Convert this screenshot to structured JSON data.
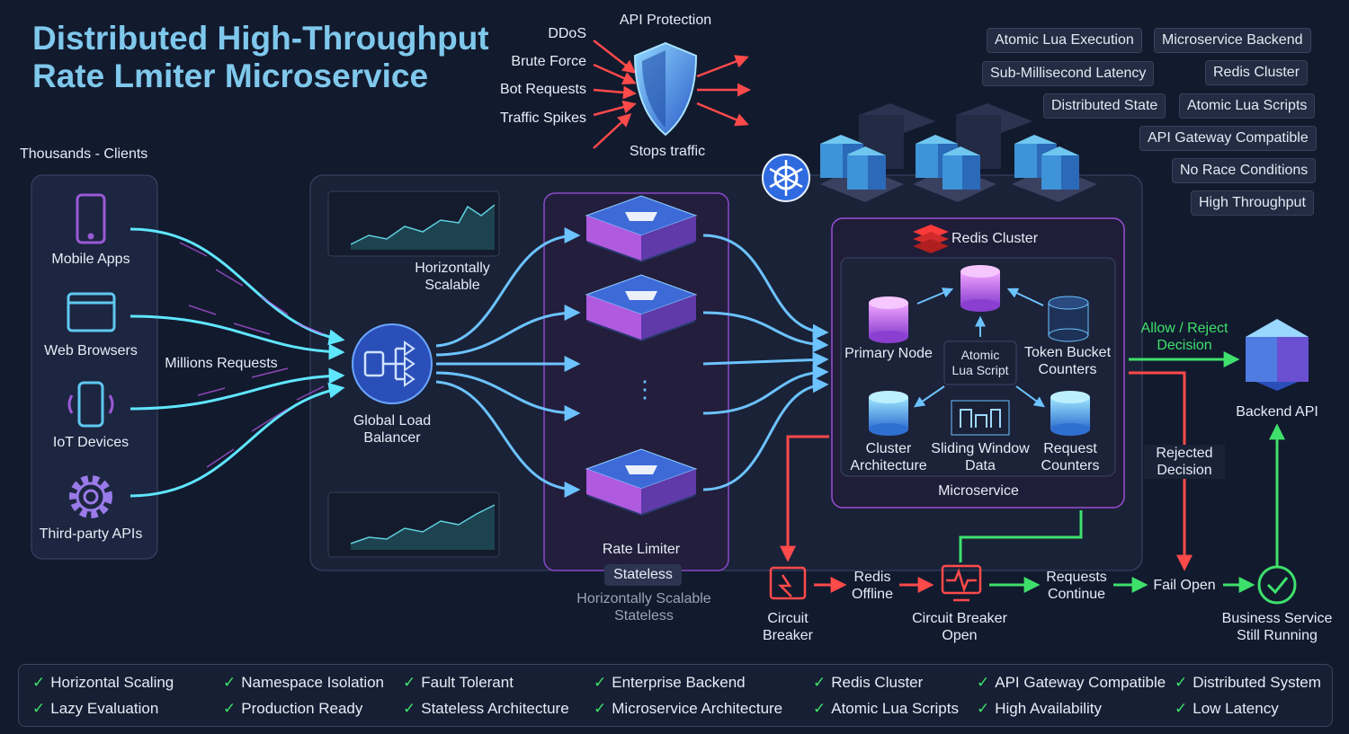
{
  "title_line1": "Distributed High-Throughput",
  "title_line2": "Rate Lmiter Microservice",
  "protection": {
    "title": "API Protection",
    "threats": [
      "DDoS",
      "Brute Force",
      "Bot Requests",
      "Traffic Spikes"
    ],
    "result": "Stops traffic"
  },
  "tags": [
    "Atomic Lua Execution",
    "Microservice Backend",
    "Sub-Millisecond Latency",
    "Redis Cluster",
    "Distributed State",
    "Atomic Lua Scripts",
    "API Gateway Compatible",
    "No Race Conditions",
    "High Throughput"
  ],
  "clients": {
    "header": "Thousands - Clients",
    "items": [
      "Mobile Apps",
      "Web Browsers",
      "IoT Devices",
      "Third-party APIs"
    ]
  },
  "millions_requests": "Millions Requests",
  "horizontally_scalable": "Horizontally\nScalable",
  "global_lb": "Global Load\nBalancer",
  "rate_limiter": {
    "label": "Rate Limiter",
    "badge": "Stateless",
    "caption": "Horizontally Scalable\nStateless",
    "ellipsis": "⋮"
  },
  "redis": {
    "title": "Redis Cluster",
    "nodes": [
      "Primary Node",
      "Atomic\nLua Script",
      "Token Bucket\nCounters",
      "Cluster\nArchitecture",
      "Sliding Window\nData",
      "Request\nCounters"
    ],
    "footer": "Microservice"
  },
  "decisions": {
    "allow": "Allow / Reject\nDecision",
    "rejected": "Rejected\nDecision",
    "backend": "Backend API"
  },
  "failure_flow": {
    "circuit_breaker": "Circuit\nBreaker",
    "redis_offline": "Redis\nOffline",
    "cb_open": "Circuit Breaker\nOpen",
    "requests_continue": "Requests\nContinue",
    "fail_open": "Fail Open",
    "business": "Business Service\nStill Running"
  },
  "features": [
    [
      "Horizontal Scaling",
      "Namespace Isolation",
      "Fault Tolerant",
      "Enterprise Backend",
      "Redis Cluster",
      "API Gateway Compatible",
      "Distributed System"
    ],
    [
      "Lazy Evaluation",
      "Production Ready",
      "Stateless Architecture",
      "Microservice Architecture",
      "Atomic Lua Scripts",
      "High Availability",
      "Low Latency"
    ]
  ],
  "colors": {
    "accent_blue": "#7fc8ec",
    "cyan_flow": "#5fe6ff",
    "red_flow": "#ff4a4a",
    "green_flow": "#3ee06b",
    "purple": "#9a5ad6"
  },
  "icons": [
    "smartphone-icon",
    "browser-icon",
    "iot-device-icon",
    "gear-icon",
    "shield-icon",
    "load-balancer-icon",
    "docker-container-icon",
    "database-icon",
    "redis-logo-icon",
    "kubernetes-icon",
    "circuit-breaker-icon",
    "monitor-pulse-icon",
    "check-circle-icon"
  ]
}
